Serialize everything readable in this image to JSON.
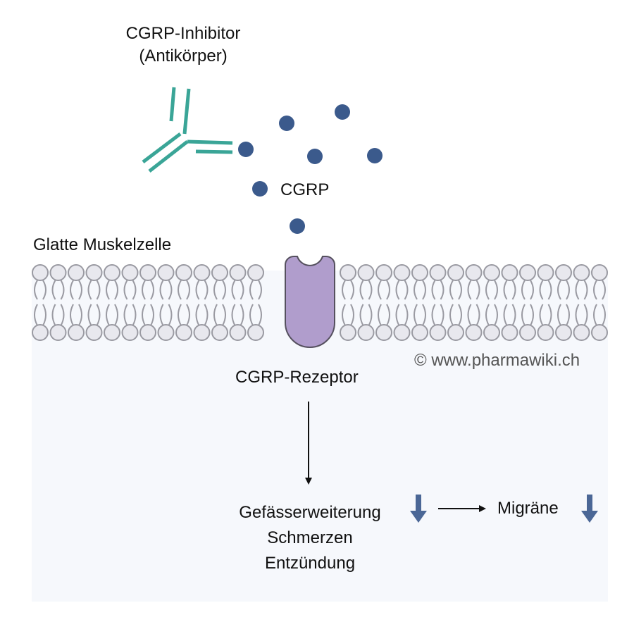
{
  "labels": {
    "inhibitor_line1": "CGRP-Inhibitor",
    "inhibitor_line2": "(Antikörper)",
    "cgrp": "CGRP",
    "cell": "Glatte Muskelzelle",
    "receptor": "CGRP-Rezeptor",
    "copyright": "© www.pharmawiki.ch",
    "effect1": "Gefässerweiterung",
    "effect2": "Schmerzen",
    "effect3": "Entzündung",
    "outcome": "Migräne"
  },
  "colors": {
    "antibody": "#3aa597",
    "cgrp": "#3b5a8c",
    "receptor": "#b09dcc",
    "lipid_head": "#e8e8ee",
    "lipid_outline": "#9a9aa2",
    "down_arrow": "#4b6796",
    "cell_background": "#f6f8fc"
  },
  "icons": {
    "decrease_effects": "down-arrow-icon",
    "decrease_migraine": "down-arrow-icon"
  }
}
